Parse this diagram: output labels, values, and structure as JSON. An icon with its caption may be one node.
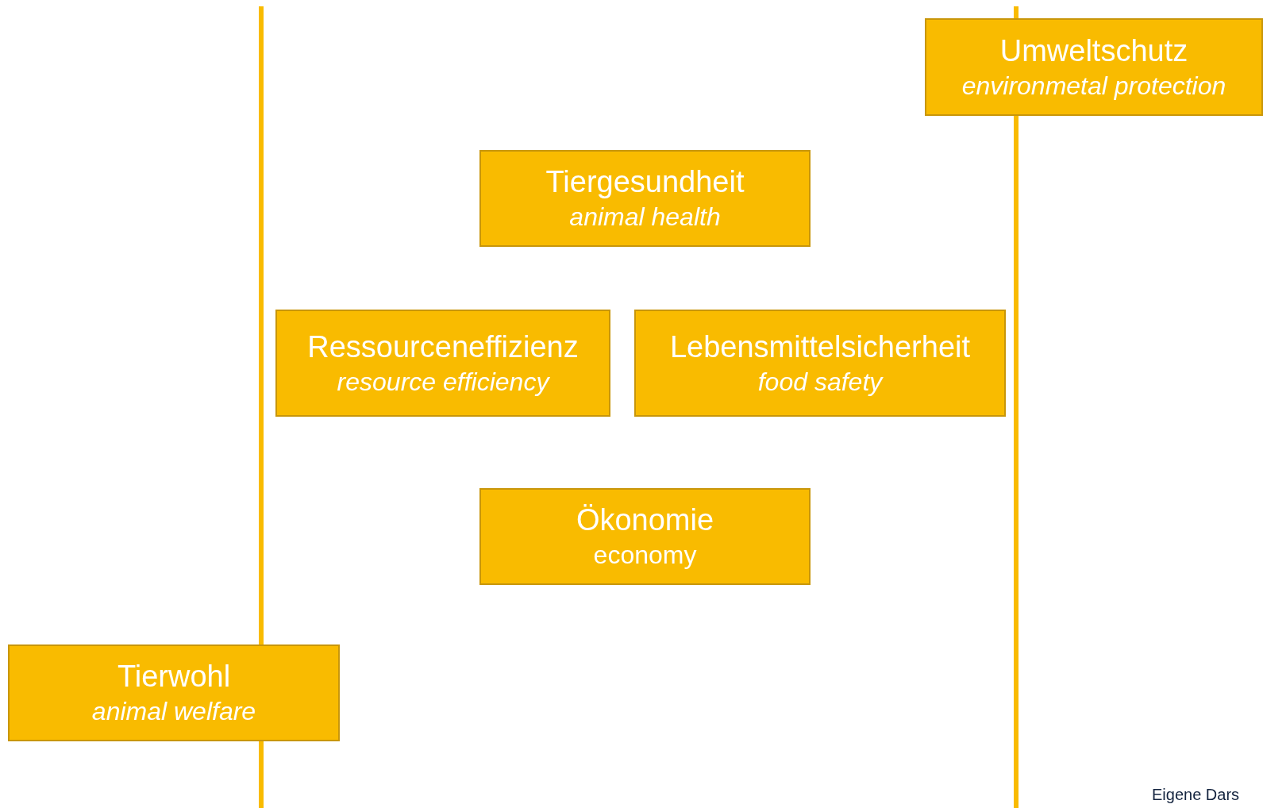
{
  "diagram": {
    "nodes": [
      {
        "text": [
          "Umweltschutz",
          "environmetal protection"
        ]
      },
      {
        "text": [
          "Tiergesundheit",
          "animal health"
        ]
      },
      {
        "text": [
          "Ressourceneffizienz",
          "resource efficiency"
        ]
      },
      {
        "text": [
          "Lebensmittelsicherheit",
          "food safety"
        ]
      },
      {
        "text": [
          "Ökonomie",
          "economy"
        ]
      },
      {
        "text": [
          "Tierwohl",
          "animal welfare"
        ]
      }
    ],
    "edges": [],
    "labels": [
      "Eigene Dars"
    ]
  }
}
